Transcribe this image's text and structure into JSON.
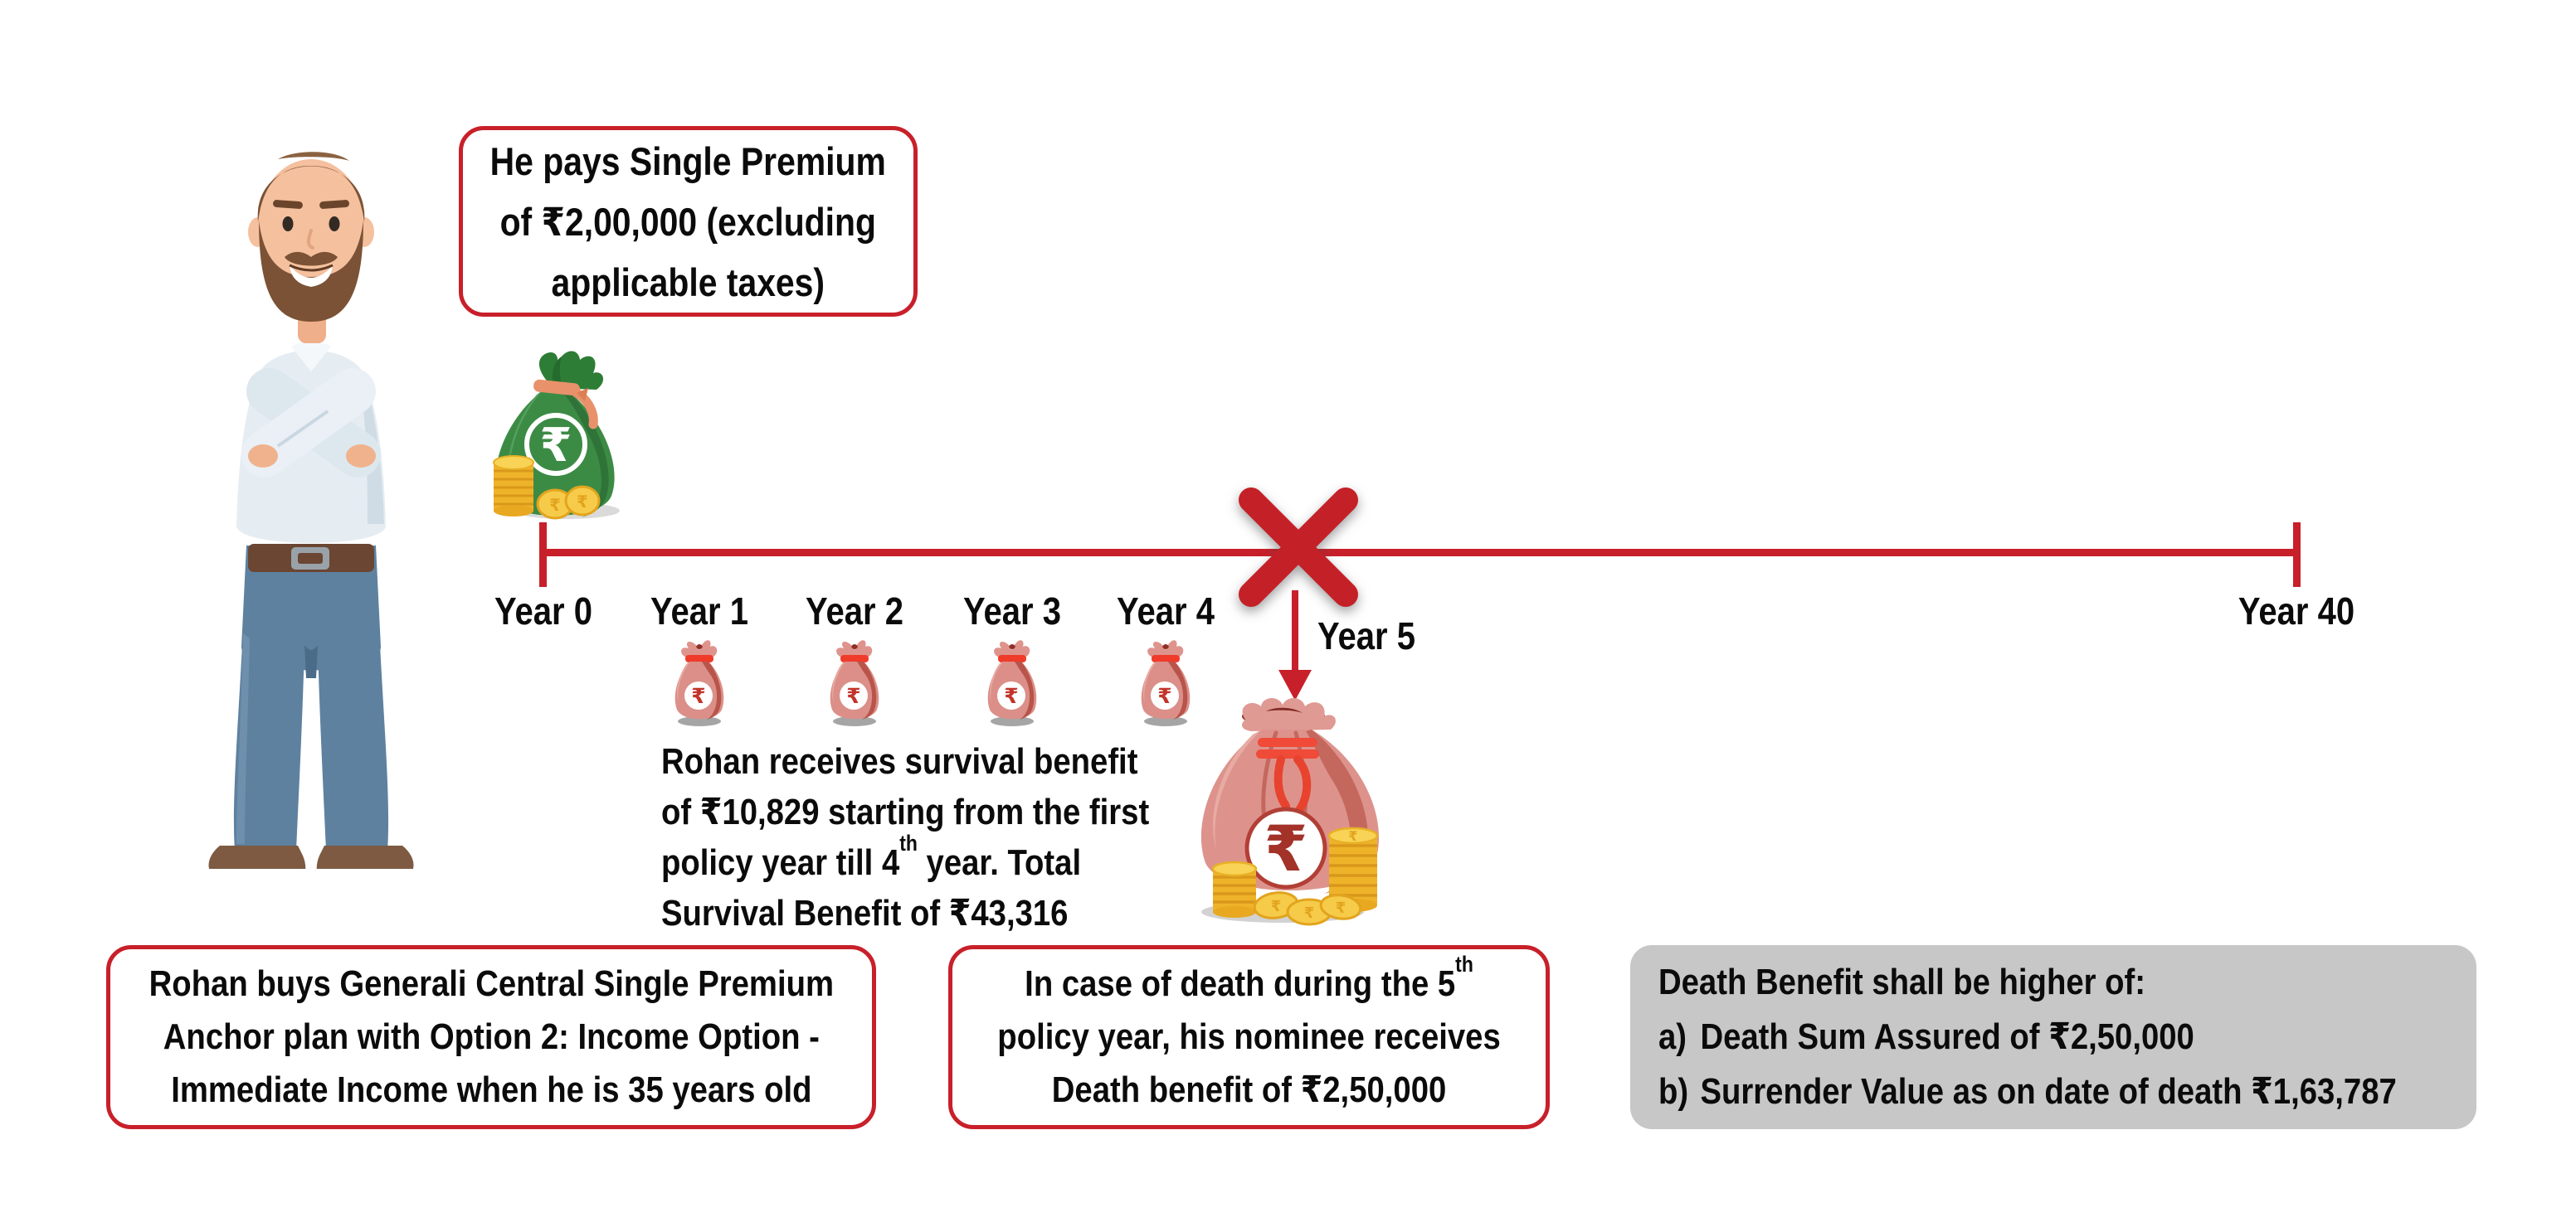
{
  "colors": {
    "accent_red": "#C8202A",
    "cross_red": "#C42028",
    "gray_box": "#C7C7C7",
    "text": "#0B0B0B",
    "bag_green": "#3C8B45",
    "bag_pink": "#DB9089",
    "coin_gold": "#F6C94A"
  },
  "icons": {
    "rupee_symbol": "₹"
  },
  "premium_note": {
    "lines": [
      "He pays Single Premium",
      "of ₹2,00,000 (excluding",
      "applicable taxes)"
    ]
  },
  "timeline": {
    "labels": [
      "Year 0",
      "Year 1",
      "Year 2",
      "Year 3",
      "Year 4",
      "Year 5",
      "Year 40"
    ]
  },
  "survival_note": {
    "line1": "Rohan receives survival benefit",
    "line2": "of ₹10,829 starting from the first",
    "line3_pre": "policy year till 4",
    "line3_sup": "th",
    "line3_post": " year. Total",
    "line4": "Survival Benefit of ₹43,316"
  },
  "plan_note": {
    "lines": [
      "Rohan buys Generali Central Single Premium",
      "Anchor plan with Option 2: Income Option -",
      "Immediate Income when he is 35 years old"
    ]
  },
  "death_note": {
    "line1_pre": "In case of death during the 5",
    "line1_sup": "th",
    "line2": "policy year, his nominee receives",
    "line3": "Death benefit of ₹2,50,000"
  },
  "death_benefit_box": {
    "title": "Death Benefit shall be higher of:",
    "items": [
      {
        "marker": "a)",
        "text": "Death Sum Assured of ₹2,50,000"
      },
      {
        "marker": "b)",
        "text": "Surrender Value as on date of death ₹1,63,787"
      }
    ]
  }
}
